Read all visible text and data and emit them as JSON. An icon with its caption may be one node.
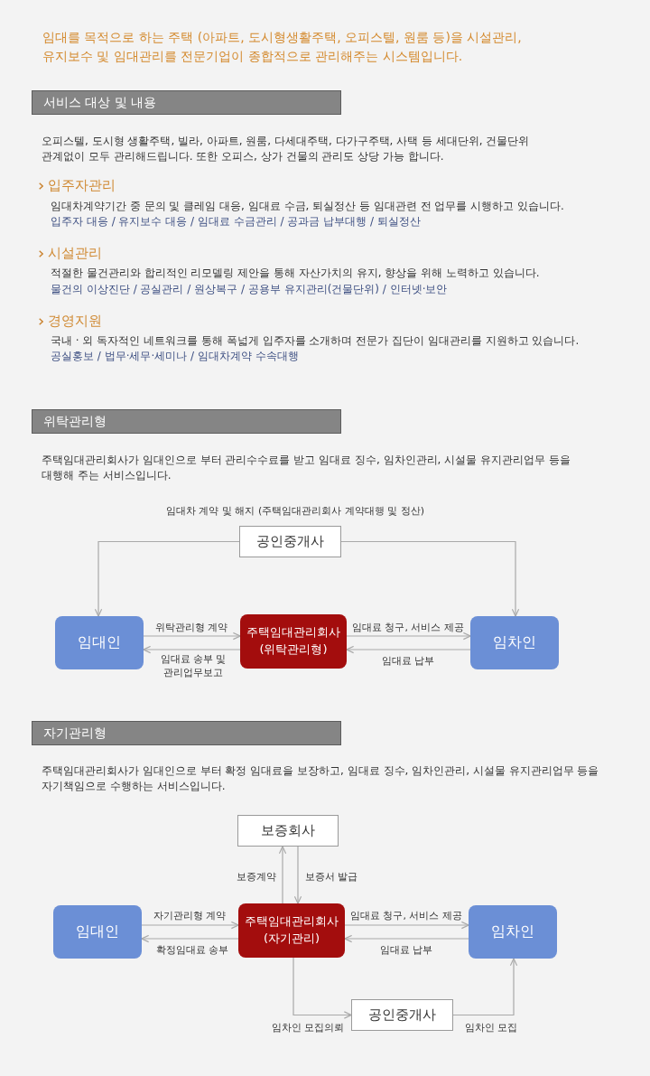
{
  "diagram": {
    "nodes": [
      {
        "text": [
          "서비스 대상 및 내용"
        ]
      },
      {
        "text": [
          "위탁관리형"
        ]
      },
      {
        "text": [
          "공인중개사"
        ],
        "beside": [
          "임대차 계약 및 해지 (주택임대관리회사 계약대행 및 정산)"
        ]
      },
      {
        "text": [
          "임대인"
        ]
      },
      {
        "text": [
          "주택임대관리회사 (위탁관리형)"
        ]
      },
      {
        "text": [
          "임차인"
        ]
      },
      {
        "text": [
          "자기관리형"
        ]
      },
      {
        "text": [
          "보증회사"
        ]
      },
      {
        "text": [
          "임대인"
        ]
      },
      {
        "text": [
          "주택임대관리회사 (자기관리)"
        ]
      },
      {
        "text": [
          "임차인"
        ]
      },
      {
        "text": [
          "공인중개사"
        ]
      }
    ],
    "edges": [
      {
        "from": 2,
        "to": 3,
        "arrow": "to"
      },
      {
        "from": 2,
        "to": 5,
        "arrow": "to"
      },
      {
        "from": 3,
        "to": 4,
        "arrow": "to",
        "label": "위탁관리형 계약"
      },
      {
        "from": 4,
        "to": 3,
        "arrow": "to",
        "label": "임대료 송부 및 관리업무보고"
      },
      {
        "from": 4,
        "to": 5,
        "arrow": "to",
        "label": "임대료 청구, 서비스 제공"
      },
      {
        "from": 5,
        "to": 4,
        "arrow": "to",
        "label": "임대료 납부"
      },
      {
        "from": 9,
        "to": 7,
        "arrow": "to",
        "label": "보증계약"
      },
      {
        "from": 7,
        "to": 9,
        "arrow": "to",
        "label": "보증서 발급"
      },
      {
        "from": 8,
        "to": 9,
        "arrow": "to",
        "label": "자기관리형 계약"
      },
      {
        "from": 9,
        "to": 8,
        "arrow": "to",
        "label": "확정임대료 송부"
      },
      {
        "from": 9,
        "to": 10,
        "arrow": "to",
        "label": "임대료 청구, 서비스 제공"
      },
      {
        "from": 10,
        "to": 9,
        "arrow": "to",
        "label": "임대료 납부"
      },
      {
        "from": 9,
        "to": 11,
        "arrow": "to",
        "label": "임차인 모집의뢰"
      },
      {
        "from": 11,
        "to": 10,
        "arrow": "to",
        "label": "임차인 모집"
      }
    ],
    "labels": [
      "임대를 목적으로 하는 주택 (아파트, 도시형생활주택, 오피스텔, 원룸 등)을 시설관리, 유지보수 및 임대관리를 전문기업이 종합적으로 관리해주는 시스템입니다.",
      "오피스텔, 도시형 생활주택, 빌라, 아파트, 원룸, 다세대주택, 다가구주택, 사택 등 세대단위, 건물단위 관계없이 모두 관리해드립니다. 또한 오피스, 상가 건물의 관리도 상당 가능 합니다.",
      "입주자관리",
      "임대차계약기간 중 문의 및 클레임 대응, 임대료 수금, 퇴실정산 등 임대관련 전 업무를 시행하고 있습니다.",
      "입주자 대응 / 유지보수 대응 / 임대료 수금관리 / 공과금 납부대행 / 퇴실정산",
      "시설관리",
      "적절한 물건관리와 합리적인 리모델링 제안을 통해 자산가치의 유지, 향상을 위해 노력하고 있습니다.",
      "물건의 이상진단 / 공실관리 / 원상복구 / 공용부 유지관리(건물단위) / 인터넷·보안",
      "경영지원",
      "국내 · 외 독자적인 네트워크를 통해 폭넓게 입주자를 소개하며 전문가 집단이 임대관리를 지원하고 있습니다.",
      "공실홍보 / 법무·세무·세미나 / 임대차계약 수속대행",
      "주택임대관리회사가 임대인으로 부터 관리수수료를 받고 임대료 징수, 임차인관리, 시설물 유지관리업무 등을 대행해 주는 서비스입니다.",
      "주택임대관리회사가 임대인으로 부터 확정 임대료을 보장하고, 임대료 징수, 임차인관리, 시설물 유지관리업무 등을 자기책임으로 수행하는 서비스입니다."
    ]
  }
}
